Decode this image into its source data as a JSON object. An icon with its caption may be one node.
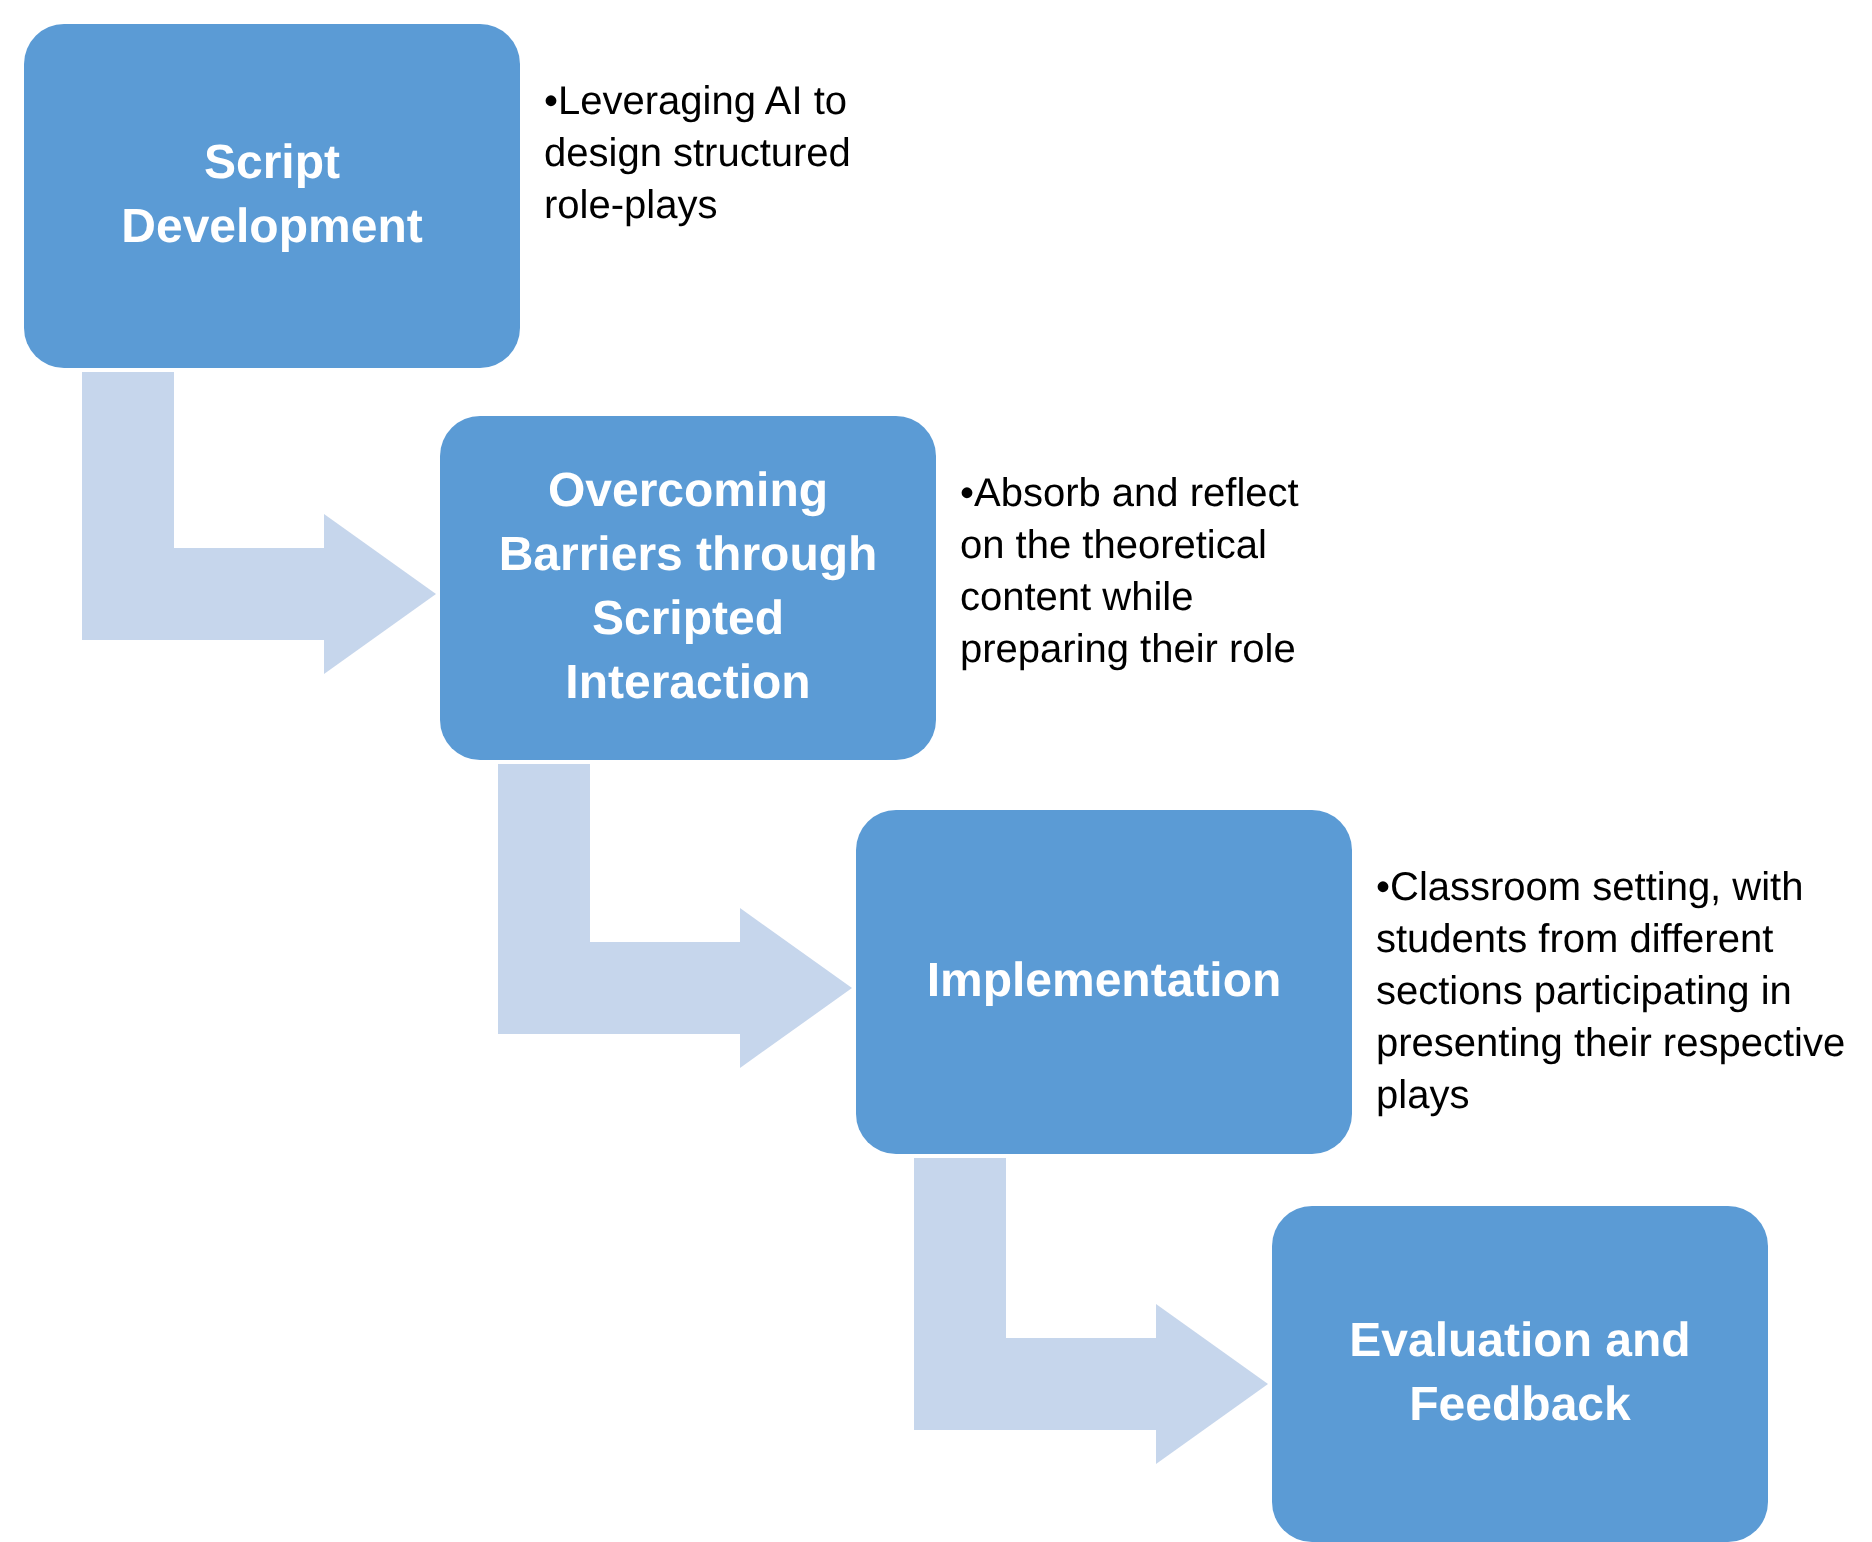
{
  "diagram": {
    "nodes": [
      {
        "text": [
          "Script Development"
        ],
        "beside": [
          "•Leveraging AI to design structured role-plays"
        ]
      },
      {
        "text": [
          "Overcoming Barriers through Scripted Interaction"
        ],
        "beside": [
          "•Absorb and reflect on the theoretical content while preparing their role"
        ]
      },
      {
        "text": [
          "Implementation"
        ],
        "beside": [
          "•Classroom setting, with students from different sections participating in presenting their respective plays"
        ]
      },
      {
        "text": [
          "Evaluation and Feedback"
        ]
      }
    ],
    "edges": [
      {
        "from": 0,
        "to": 1,
        "arrow": "to"
      },
      {
        "from": 1,
        "to": 2,
        "arrow": "to"
      },
      {
        "from": 2,
        "to": 3,
        "arrow": "to"
      }
    ]
  }
}
